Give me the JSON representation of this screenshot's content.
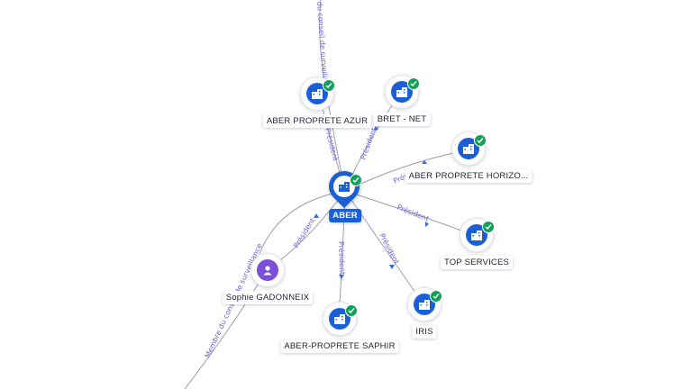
{
  "main_node": {
    "label": "ABER",
    "icon": "building-icon",
    "verified": true
  },
  "company_nodes": [
    {
      "id": "azur",
      "label": "ABER PROPRETE AZUR",
      "icon": "building-icon",
      "verified": true
    },
    {
      "id": "bret",
      "label": "BRET - NET",
      "icon": "building-icon",
      "verified": true
    },
    {
      "id": "horizon",
      "label": "ABER PROPRETE HORIZO...",
      "icon": "building-icon",
      "verified": true
    },
    {
      "id": "top",
      "label": "TOP SERVICES",
      "icon": "building-icon",
      "verified": true
    },
    {
      "id": "iris",
      "label": "IRIS",
      "icon": "building-icon",
      "verified": true
    },
    {
      "id": "saphir",
      "label": "ABER-PROPRETE SAPHIR",
      "icon": "building-icon",
      "verified": true
    }
  ],
  "person_nodes": [
    {
      "id": "sophie",
      "label": "Sophie GADONNEIX",
      "icon": "person-icon"
    }
  ],
  "edge_labels": {
    "azur": "Président",
    "bret": "Président",
    "horizon": "Prési",
    "top": "Président",
    "iris": "Président",
    "saphir": "Président",
    "sophie": "Président",
    "offscreen_top": "du conseil de surveillance",
    "offscreen_bottom": "Membre du conseil de surveillance"
  },
  "colors": {
    "company": "#1a5fd6",
    "person": "#7b4fd8",
    "verified": "#13a15a",
    "edge_label": "#6c63d8"
  }
}
